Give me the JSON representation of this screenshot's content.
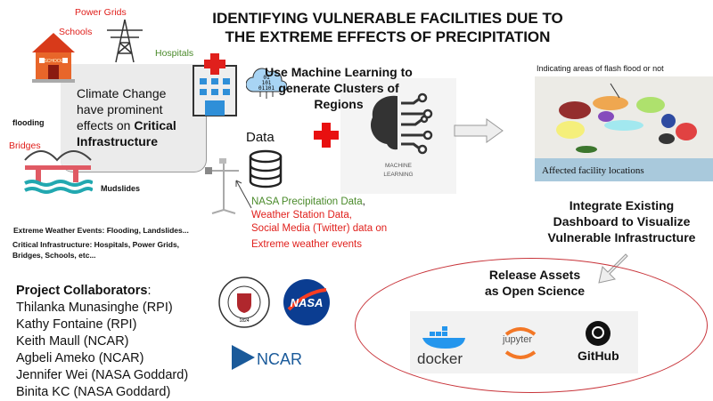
{
  "title": {
    "line1": "IDENTIFYING VULNERABLE FACILITIES DUE TO",
    "line2": "THE EXTREME EFFECTS OF PRECIPITATION"
  },
  "infrastructure": {
    "power_grids": "Power Grids",
    "schools": "Schools",
    "hospitals": "Hospitals",
    "bridges": "Bridges",
    "flooding": "flooding",
    "mudslides": "Mudslides",
    "school_sign": "SCHOOL"
  },
  "climate_box": {
    "line1": "Climate Change",
    "line2": "have prominent",
    "line3_prefix": "effects on ",
    "line3_bold": "Critical",
    "line4": "Infrastructure"
  },
  "notes": {
    "events": "Extreme Weather Events: Flooding, Landslides...",
    "infra1": "Critical Infrastructure: Hospitals, Power Grids,",
    "infra2": "Bridges, Schools, etc..."
  },
  "data": {
    "label": "Data",
    "binary1": "01",
    "binary2": "101",
    "binary3": "01101"
  },
  "sources": {
    "nasa": "NASA  Precipitation Data",
    "comma": ",",
    "weather": "Weather Station Data,",
    "social": "Social Media (Twitter) data on",
    "extreme": "Extreme weather events"
  },
  "ml": {
    "heading1": "Use Machine Learning to",
    "heading2": "generate Clusters of",
    "heading3": "Regions",
    "caption1": "MACHINE",
    "caption2": "LEARNING"
  },
  "map": {
    "top_label": "Indicating areas of flash flood or not",
    "bottom_label": "Affected facility locations"
  },
  "dashboard": {
    "line1": "Integrate Existing",
    "line2": "Dashboard to Visualize",
    "line3": "Vulnerable Infrastructure"
  },
  "release": {
    "line1": "Release Assets",
    "line2": "as Open Science",
    "docker": "docker",
    "jupyter": "jupyter",
    "github": "GitHub"
  },
  "collaborators": {
    "heading": "Project Collaborators",
    "colon": ":",
    "names": [
      "Thilanka Munasinghe (RPI)",
      "Kathy Fontaine (RPI)",
      "Keith Maull (NCAR)",
      "Agbeli Ameko (NCAR)",
      "Jennifer Wei (NASA Goddard)",
      "Binita KC (NASA Goddard)"
    ]
  },
  "logos": {
    "rpi": "RENSSELAER POLYTECHNIC INSTITUTE",
    "rpi_year": "1824",
    "nasa": "NASA",
    "ncar": "NCAR"
  },
  "colors": {
    "red": "#e0201c",
    "green": "#4a8a2a",
    "ellipse": "#c8343a"
  }
}
